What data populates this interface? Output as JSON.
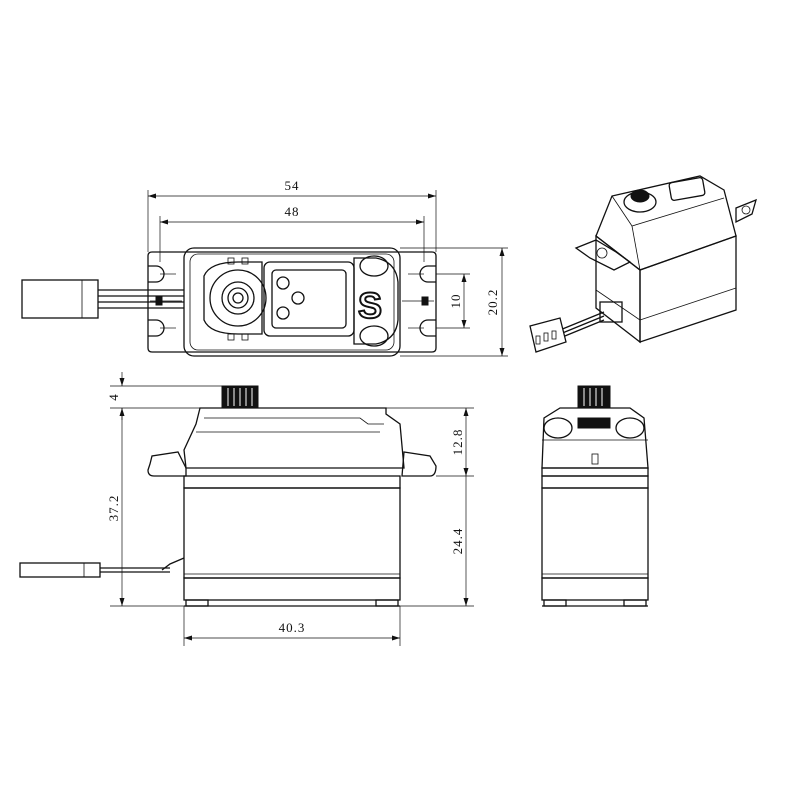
{
  "dimensions": {
    "top_overall_width": "54",
    "top_hole_spacing": "48",
    "top_hole_pitch": "10",
    "top_body_width": "20.2",
    "side_shaft_height": "4",
    "side_total_height": "37.2",
    "side_upper_height": "12.8",
    "side_lower_height": "24.4",
    "side_body_length": "40.3"
  },
  "logo_text": "S"
}
